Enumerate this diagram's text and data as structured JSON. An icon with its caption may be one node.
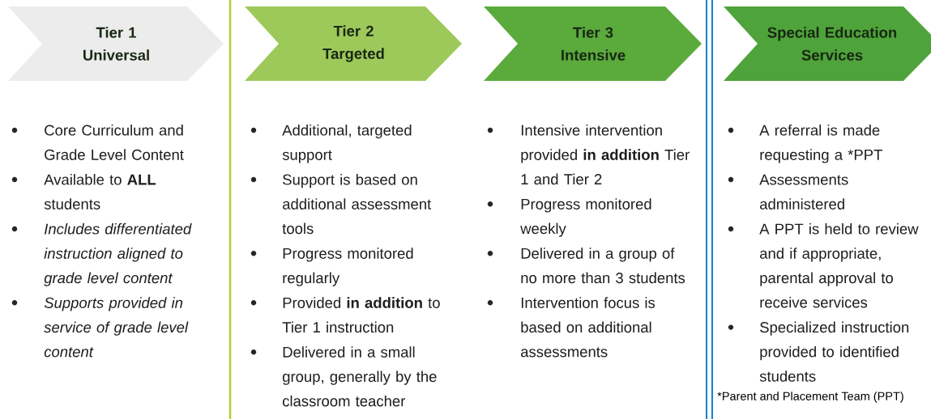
{
  "diagram": {
    "nodes": [
      {
        "text": [
          "Tier 1 Universal"
        ]
      },
      {
        "text": [
          "Tier 2 Targeted"
        ]
      },
      {
        "text": [
          "Tier 3 Intensive"
        ]
      },
      {
        "text": [
          "Special Education Services"
        ]
      }
    ],
    "labels": [
      "Core Curriculum and Grade Level Content",
      "Available to **ALL** students",
      "Includes differentiated instruction aligned to grade level content",
      "Supports provided in service of grade level content",
      "Additional, targeted support",
      "Support is based on additional assessment tools",
      "Progress monitored regularly",
      "Provided **in addition** to Tier 1 instruction",
      "Delivered in a small group, generally by the classroom teacher",
      "Intensive intervention provided **in addition** Tier 1 and Tier 2",
      "Progress monitored weekly",
      "Delivered in a group of no more than 3 students",
      "Intervention focus is based on additional assessments",
      "A referral is made requesting a *PPT",
      "Assessments administered",
      "A PPT is held to review and if appropriate, parental approval to receive services",
      "Specialized instruction provided to identified students",
      "*Parent and Placement Team (PPT)"
    ]
  }
}
